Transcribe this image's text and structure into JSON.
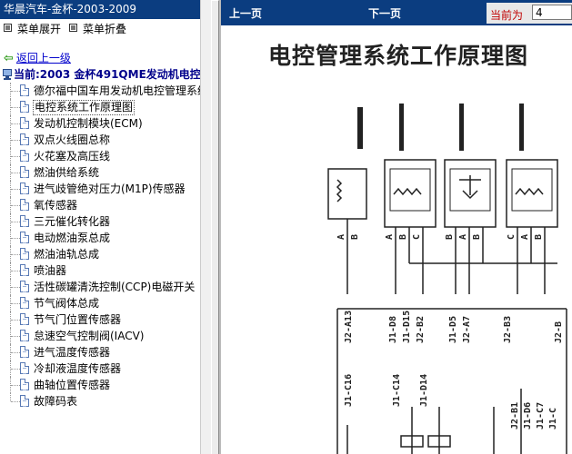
{
  "sidebar": {
    "title": "华晨汽车-金杯-2003-2009",
    "expand_label": "菜单展开",
    "collapse_label": "菜单折叠",
    "back_label": "返回上一级",
    "current_label": "当前:2003 金杯491QME发动机电控",
    "items": [
      {
        "label": "德尔福中国车用发动机电控管理系统"
      },
      {
        "label": "电控系统工作原理图"
      },
      {
        "label": "发动机控制模块(ECM)"
      },
      {
        "label": "双点火线圈总称"
      },
      {
        "label": "火花塞及高压线"
      },
      {
        "label": "燃油供给系统"
      },
      {
        "label": "进气歧管绝对压力(M1P)传感器"
      },
      {
        "label": "氧传感器"
      },
      {
        "label": "三元催化转化器"
      },
      {
        "label": "电动燃油泵总成"
      },
      {
        "label": "燃油油轨总成"
      },
      {
        "label": "喷油器"
      },
      {
        "label": "活性碳罐清洗控制(CCP)电磁开关"
      },
      {
        "label": "节气阀体总成"
      },
      {
        "label": "节气门位置传感器"
      },
      {
        "label": "怠速空气控制阀(IACV)"
      },
      {
        "label": "进气温度传感器"
      },
      {
        "label": "冷却液温度传感器"
      },
      {
        "label": "曲轴位置传感器"
      },
      {
        "label": "故障码表"
      }
    ],
    "selected_index": 1
  },
  "navbar": {
    "prev_label": "上一页",
    "next_label": "下一页",
    "current_page_label": "当前为",
    "current_page_value": "4"
  },
  "document": {
    "title": "电控管理系统工作原理图",
    "pin_labels": [
      "A",
      "B",
      "A",
      "B",
      "C",
      "B",
      "A",
      "B",
      "C",
      "A",
      "B"
    ],
    "connector_labels": [
      "J2-A13",
      "J1-D8",
      "J1-D15",
      "J2-B2",
      "J1-D5",
      "J2-A7",
      "J2-B3",
      "J2-B",
      "J1-C16",
      "J1-C14",
      "J1-D14",
      "J2-B1",
      "J1-D6",
      "J1-C7",
      "J1-C"
    ]
  },
  "colors": {
    "titlebar_bg": "#0b3d80",
    "navbar_bg": "#0b3d80",
    "current_text": "#00008b",
    "page_label_red": "#c00000",
    "link_blue": "#0000cc"
  }
}
